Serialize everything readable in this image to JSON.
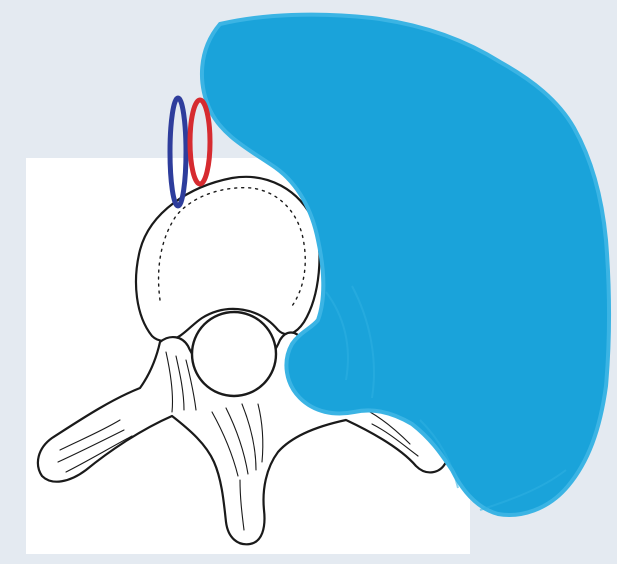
{
  "figure": {
    "alt": "",
    "colors": {
      "outer_background": "#e4eaf1",
      "inner_panel": "#ffffff",
      "mass_fill": "#1aa3da",
      "mass_edge": "#3bb4e4",
      "bone_fill": "#ffffff",
      "bone_outline": "#1a1a1a",
      "marker_blue": "#2e3d9c",
      "marker_red": "#d62b30"
    },
    "elements": [
      {
        "name": "blue-mass",
        "kind": "shaded-region",
        "color": "mass_fill"
      },
      {
        "name": "vertebra",
        "kind": "line-drawing",
        "color": "bone_outline"
      },
      {
        "name": "blue-ring-marker",
        "kind": "ellipse-marker",
        "color": "marker_blue"
      },
      {
        "name": "red-ring-marker",
        "kind": "ellipse-marker",
        "color": "marker_red"
      }
    ]
  }
}
